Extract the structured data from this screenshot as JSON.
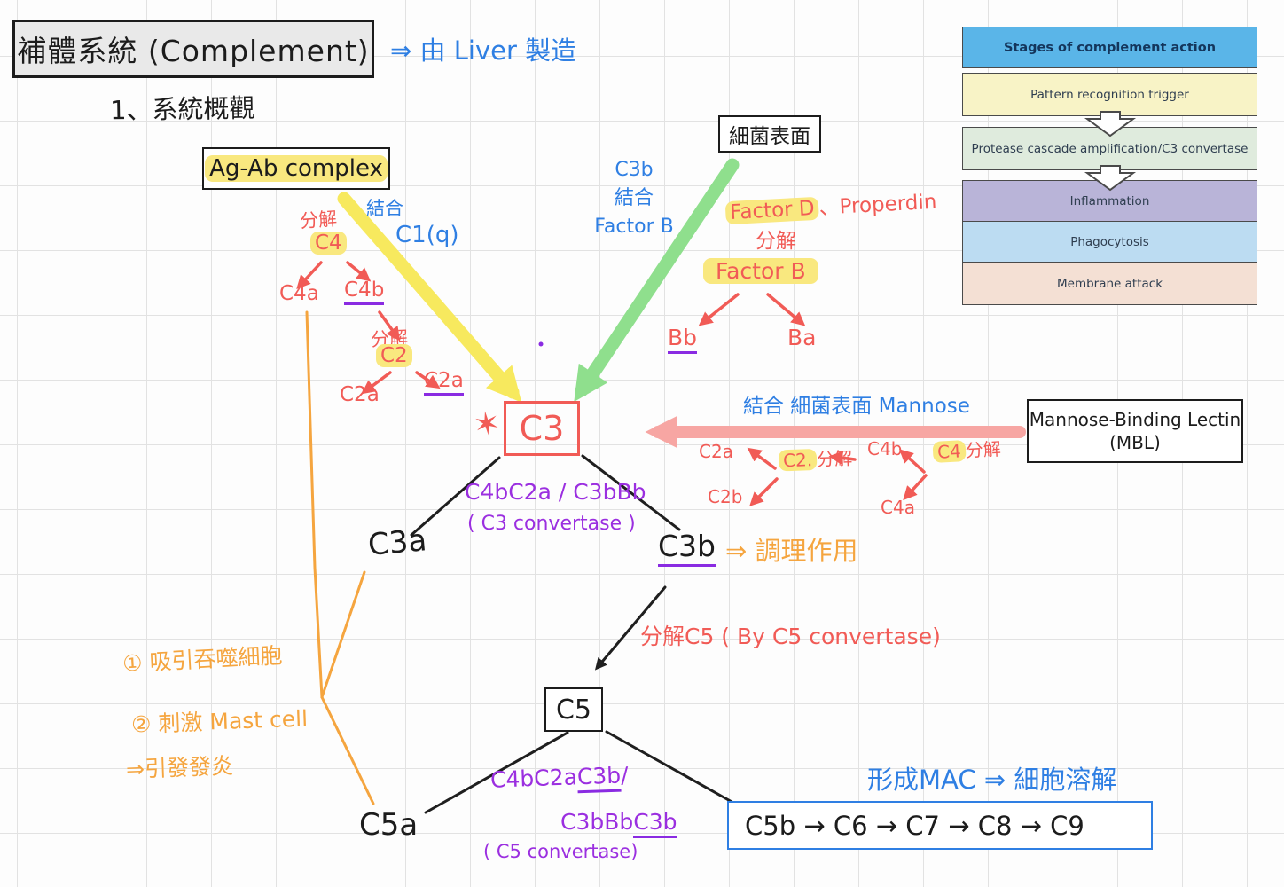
{
  "header": {
    "title": "補體系統 (Complement)",
    "made_by_liver": "⇒ 由 Liver 製造",
    "section": "1、系統概觀"
  },
  "classical": {
    "ag_ab": "Ag-Ab complex",
    "bind": "結合",
    "c1q": "C1(q)",
    "cleave1": "分解",
    "c4": "C4",
    "c4a": "C4a",
    "c4b": "C4b",
    "cleave2": "分解",
    "c2": "C2",
    "c2a_left": "C2a",
    "c2a_right": "C2a"
  },
  "alternative": {
    "bacteria_surface": "細菌表面",
    "c3b": "C3b",
    "bind": "結合",
    "factor_b_blue": "Factor B",
    "factor_d": "Factor D",
    "properdin": "、Properdin",
    "cleave": "分解",
    "factor_b_red": "Factor B",
    "bb": "Bb",
    "ba": "Ba"
  },
  "lectin": {
    "bind_mannose": "結合 細菌表面 Mannose",
    "mbl_line1": "Mannose-Binding Lectin",
    "mbl_line2": "(MBL)",
    "c2a": "C2a",
    "c2_hl": "C2.",
    "cleave1": "分解",
    "c4b": "C4b",
    "c4_hl": "C4",
    "cleave2": "分解",
    "c2b": "C2b",
    "c4a": "C4a"
  },
  "central": {
    "c3": "C3",
    "star": "✶",
    "conv_line1": "C4bC2a / C3bBb",
    "conv_line2": "( C3  convertase )",
    "c3a": "C3a",
    "c3b": "C3b",
    "opsonization": "⇒ 調理作用",
    "cleave_c5": "分解C5 ( By C5 convertase)"
  },
  "terminal": {
    "c5": "C5",
    "c5a": "C5a",
    "conv1_pre": "C4bC2a",
    "conv1_u": "C3b",
    "conv1_post": "/",
    "conv2_pre": "C3bBb",
    "conv2_u": "C3b",
    "conv3": "(  C5   convertase)",
    "mac": "形成MAC ⇒ 細胞溶解",
    "cascade": "C5b  →  C6  →  C7  →  C8  → C9"
  },
  "notes": {
    "n1": "① 吸引吞噬細胞",
    "n2": "② 刺激 Mast cell",
    "n3": "⇒引發發炎"
  },
  "stages": {
    "title": "Stages of complement action",
    "title_bg": "#5ab5e8",
    "items": [
      {
        "label": "Pattern recognition trigger",
        "color": "#f8f3c6"
      },
      {
        "label": "Protease cascade amplification/C3 convertase",
        "color": "#dfebdd"
      },
      {
        "label": "Inflammation",
        "color": "#b9b4d8"
      },
      {
        "label": "Phagocytosis",
        "color": "#bcdcf2"
      },
      {
        "label": "Membrane attack",
        "color": "#f4e0d4"
      }
    ]
  },
  "colors": {
    "ink_red": "#f15b56",
    "ink_blue": "#2f7fe3",
    "ink_purple": "#9b2fe0",
    "ink_orange": "#f5a53f",
    "highlight_yellow": "#f9e87f",
    "arrow_yellow": "#f7e95e",
    "arrow_green": "#8fdf8d",
    "arrow_pink": "#f7a6a3"
  }
}
